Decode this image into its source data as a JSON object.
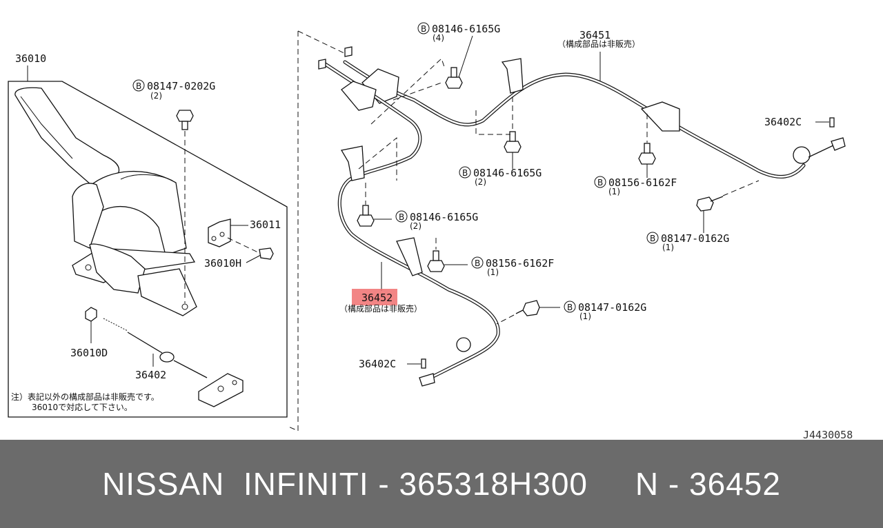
{
  "callouts": {
    "lever_assembly": "36010",
    "bolt_top": "08147-0202G",
    "bolt_top_qty": "(2)",
    "switch": "36011",
    "screw": "36010H",
    "nut": "36010D",
    "front_cable": "36402",
    "note_line1": "注）表記以外の構成部品は非販売です。",
    "note_line2": "36010で対応して下さい。",
    "bolt_a": "08146-6165G",
    "bolt_a_qty": "(4)",
    "rear_cable_right": "36451",
    "rear_cable_right_sub": "（構成部品は非販売）",
    "clip_right": "36402C",
    "bolt_b": "08146-6165G",
    "bolt_b_qty": "(2)",
    "bolt_c": "08156-6162F",
    "bolt_c_qty": "(1)",
    "bolt_d": "08147-0162G",
    "bolt_d_qty": "(1)",
    "bolt_e": "08146-6165G",
    "bolt_e_qty": "(2)",
    "bolt_f": "08156-6162F",
    "bolt_f_qty": "(1)",
    "rear_cable_left": "36452",
    "rear_cable_left_sub": "（構成部品は非販売）",
    "bolt_g": "08147-0162G",
    "bolt_g_qty": "(1)",
    "clip_left": "36402C",
    "bolt_symbol": "B",
    "drawing_code": "J4430058"
  },
  "highlight_color": "#f07070",
  "footer": {
    "brand": "NISSAN  INFINITI - 365318H300",
    "ref": "N - 36452"
  }
}
